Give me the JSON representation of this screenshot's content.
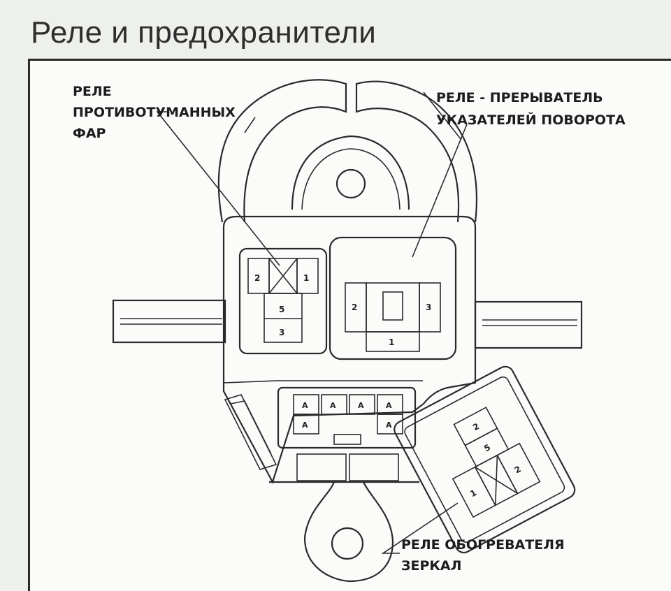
{
  "title": "Реле и предохранители",
  "labels": {
    "fog": [
      "РЕЛЕ",
      "ПРОТИВОТУМАННЫХ",
      "ФАР"
    ],
    "turn": [
      "РЕЛЕ - ПРЕРЫВАТЕЛЬ",
      "УКАЗАТЕЛЕЙ ПОВОРОТА"
    ],
    "mirror": [
      "РЕЛЕ ОБОГРЕВАТЕЛЯ",
      "ЗЕРКАЛ"
    ]
  },
  "pins": {
    "fog": [
      "2",
      "1",
      "5",
      "3"
    ],
    "turn": [
      "2",
      "3",
      "1"
    ],
    "fuse": [
      "A",
      "A",
      "A",
      "A",
      "A",
      "A"
    ],
    "mirror": [
      "2",
      "5",
      "1",
      "2"
    ]
  }
}
